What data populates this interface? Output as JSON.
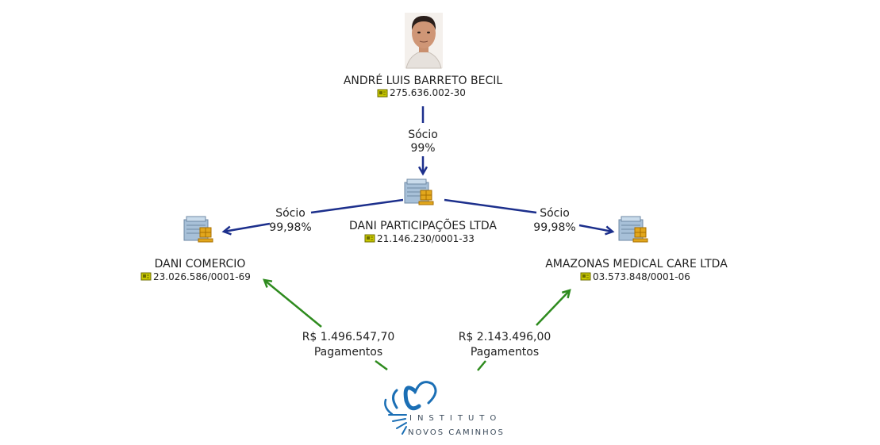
{
  "colors": {
    "ownership_edge": "#1c2f8c",
    "payment_edge": "#2e8b1e",
    "id_badge": "#c8c800",
    "building_body": "#a7c0d8",
    "building_accent": "#e2a71c",
    "logo_blue": "#1b6fb5"
  },
  "nodes": {
    "person": {
      "name": "ANDRÉ LUIS BARRETO BECIL",
      "id": "275.636.002-30",
      "icon": "person-photo"
    },
    "holding": {
      "name": "DANI PARTICIPAÇÕES LTDA",
      "id": "21.146.230/0001-33",
      "icon": "building-icon"
    },
    "dani_comercio": {
      "name": "DANI COMERCIO",
      "id": "23.026.586/0001-69",
      "icon": "building-icon"
    },
    "amazonas": {
      "name": "AMAZONAS MEDICAL CARE LTDA",
      "id": "03.573.848/0001-06",
      "icon": "building-icon"
    },
    "instituto": {
      "line1": "INSTITUTO",
      "line2": "NOVOS CAMINHOS",
      "icon": "instituto-logo"
    }
  },
  "edges": {
    "person_to_holding": {
      "line1": "Sócio",
      "line2": "99%"
    },
    "holding_to_dani": {
      "line1": "Sócio",
      "line2": "99,98%"
    },
    "holding_to_amazonas": {
      "line1": "Sócio",
      "line2": "99,98%"
    },
    "instituto_to_dani": {
      "line1": "R$ 1.496.547,70",
      "line2": "Pagamentos"
    },
    "instituto_to_amazonas": {
      "line1": "R$ 2.143.496,00",
      "line2": "Pagamentos"
    }
  }
}
